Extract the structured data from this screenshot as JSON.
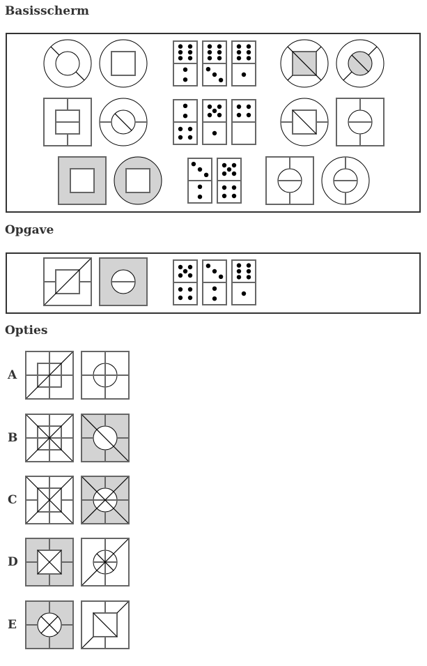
{
  "headings": {
    "base": "Basisscherm",
    "task": "Opgave",
    "options": "Opties"
  },
  "colors": {
    "fill": "#d3d3d3",
    "outline": "#666666",
    "line": "#000000",
    "frame": "#333333"
  },
  "base": {
    "rows": [
      {
        "pair1": [
          {
            "outer": "circle",
            "inner": "circle",
            "lines": [
              "d2-out"
            ]
          },
          {
            "outer": "circle",
            "inner": "square",
            "lines": []
          }
        ],
        "dominoes": [
          [
            6,
            2
          ],
          [
            6,
            3
          ],
          [
            6,
            1
          ]
        ],
        "pair2": [
          {
            "outer": "circle",
            "inner": "square",
            "innerFill": true,
            "lines": [
              "d2-full",
              "d1-out"
            ]
          },
          {
            "outer": "circle",
            "inner": "circle",
            "innerFill": true,
            "lines": [
              "d1-out",
              "d2-in"
            ]
          }
        ]
      },
      {
        "pair1": [
          {
            "outer": "square",
            "inner": "square",
            "lines": [
              "v-out",
              "h-in"
            ]
          },
          {
            "outer": "circle",
            "inner": "circle",
            "lines": [
              "h-out",
              "d2-in"
            ]
          }
        ],
        "dominoes": [
          [
            2,
            4
          ],
          [
            5,
            1
          ],
          [
            4,
            0
          ]
        ],
        "pair2": [
          {
            "outer": "circle",
            "inner": "square",
            "lines": [
              "h-out",
              "d2-in"
            ]
          },
          {
            "outer": "square",
            "inner": "circle",
            "lines": [
              "v-out",
              "h-in"
            ]
          }
        ]
      },
      {
        "pair1": [
          {
            "outer": "square",
            "outerFill": true,
            "inner": "square",
            "lines": []
          },
          {
            "outer": "circle",
            "outerFill": true,
            "inner": "square",
            "lines": []
          }
        ],
        "dominoes": [
          [
            3,
            2
          ],
          [
            5,
            4
          ]
        ],
        "pair2": [
          {
            "outer": "square",
            "inner": "circle",
            "lines": [
              "v-out",
              "h-in"
            ]
          },
          {
            "outer": "circle",
            "inner": "circle",
            "lines": [
              "v-out",
              "h-in"
            ]
          }
        ]
      }
    ]
  },
  "task": {
    "pair": [
      {
        "outer": "square",
        "inner": "square",
        "lines": [
          "h-out",
          "d1-full"
        ]
      },
      {
        "outer": "square",
        "outerFill": true,
        "inner": "circle",
        "lines": [
          "h-in"
        ]
      }
    ],
    "dominoes": [
      [
        5,
        4
      ],
      [
        3,
        2
      ],
      [
        6,
        1
      ]
    ]
  },
  "options": [
    {
      "letter": "A",
      "figures": [
        {
          "outer": "square",
          "inner": "square",
          "lines": [
            "v-full",
            "h-full",
            "d1-full"
          ]
        },
        {
          "outer": "square",
          "inner": "circle",
          "lines": [
            "v-full",
            "h-full"
          ]
        }
      ]
    },
    {
      "letter": "B",
      "figures": [
        {
          "outer": "square",
          "inner": "square",
          "lines": [
            "v-full",
            "h-full",
            "d1-full",
            "d2-full"
          ]
        },
        {
          "outer": "square",
          "outerFill": true,
          "inner": "circle",
          "lines": [
            "v-out",
            "h-out",
            "d2-full"
          ]
        }
      ]
    },
    {
      "letter": "C",
      "figures": [
        {
          "outer": "square",
          "inner": "square",
          "lines": [
            "v-full",
            "h-out",
            "d1-full",
            "d2-full"
          ]
        },
        {
          "outer": "square",
          "outerFill": true,
          "inner": "circle",
          "lines": [
            "v-out",
            "h-full",
            "d1-full",
            "d2-full"
          ]
        }
      ]
    },
    {
      "letter": "D",
      "figures": [
        {
          "outer": "square",
          "outerFill": true,
          "inner": "square",
          "lines": [
            "v-out",
            "h-out",
            "d1-in",
            "d2-in"
          ]
        },
        {
          "outer": "square",
          "inner": "circle",
          "lines": [
            "v-full",
            "h-in",
            "d1-full",
            "d2-in"
          ]
        }
      ]
    },
    {
      "letter": "E",
      "figures": [
        {
          "outer": "square",
          "outerFill": true,
          "inner": "circle",
          "lines": [
            "v-out",
            "h-out",
            "d1-in",
            "d2-in"
          ]
        },
        {
          "outer": "square",
          "inner": "square",
          "lines": [
            "v-out",
            "d1-out",
            "d2-in"
          ]
        }
      ]
    }
  ]
}
